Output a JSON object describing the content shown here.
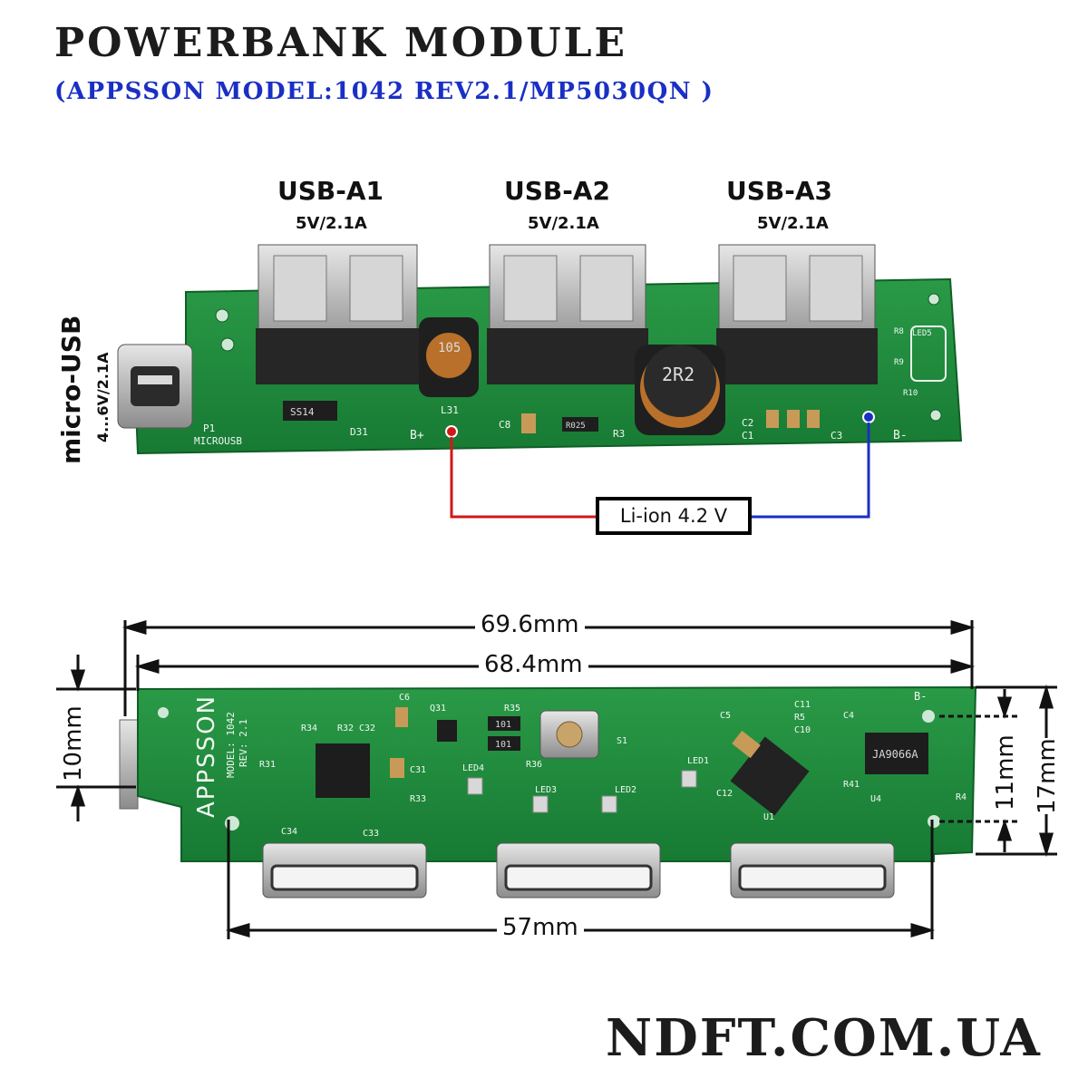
{
  "header": {
    "title": "POWERBANK MODULE",
    "subtitle": "(APPSSON MODEL:1042 REV2.1/MP5030QN )"
  },
  "ports": [
    {
      "label": "USB-A1",
      "rating": "5V/2.1A"
    },
    {
      "label": "USB-A2",
      "rating": "5V/2.1A"
    },
    {
      "label": "USB-A3",
      "rating": "5V/2.1A"
    }
  ],
  "input": {
    "label": "micro-USB",
    "rating": "4...6V/2.1A"
  },
  "battery": {
    "label": "Li-ion 4.2 V",
    "plus_terminal": "B+",
    "minus_terminal": "B-",
    "plus_wire_color": "#d01818",
    "minus_wire_color": "#1a2fc4"
  },
  "board_top": {
    "silkscreen": {
      "p1": "P1",
      "microusb": "MICROUSB",
      "d31": "D31",
      "diode": "SS14",
      "l31": "L31",
      "inductor_small": "105",
      "inductor_large": "2R2",
      "c8": "C8",
      "resistor": "R025",
      "r3": "R3",
      "c2": "C2",
      "c1": "C1",
      "c3": "C3",
      "led5": "LED5",
      "r8": "R8",
      "r9": "R9",
      "r10": "R10"
    },
    "pcb_color": "#1f8a3a"
  },
  "board_bottom": {
    "silkscreen": {
      "brand": "APPSSON",
      "model": "MODEL: 1042",
      "rev": "REV: 2.1",
      "chip_u4": "JA9066A",
      "r35": "R35",
      "r36": "R36",
      "r32": "R32",
      "c32": "C32",
      "r34": "R34",
      "r31": "R31",
      "c31": "C31",
      "r33": "R33",
      "c33": "C33",
      "c34": "C34",
      "c6": "C6",
      "q31": "Q31",
      "s1": "S1",
      "led1": "LED1",
      "led2": "LED2",
      "led3": "LED3",
      "led4": "LED4",
      "c5": "C5",
      "c11": "C11",
      "r5": "R5",
      "c10": "C10",
      "c4": "C4",
      "r41": "R41",
      "c12": "C12",
      "u1": "U1",
      "u4": "U4",
      "r4": "R4",
      "b_minus": "B-",
      "r101": "101"
    }
  },
  "dimensions": {
    "overall_length": "69.6mm",
    "pcb_length": "68.4mm",
    "port_span": "57mm",
    "usb_height": "10mm",
    "mid_height": "11mm",
    "total_height": "17mm"
  }
}
